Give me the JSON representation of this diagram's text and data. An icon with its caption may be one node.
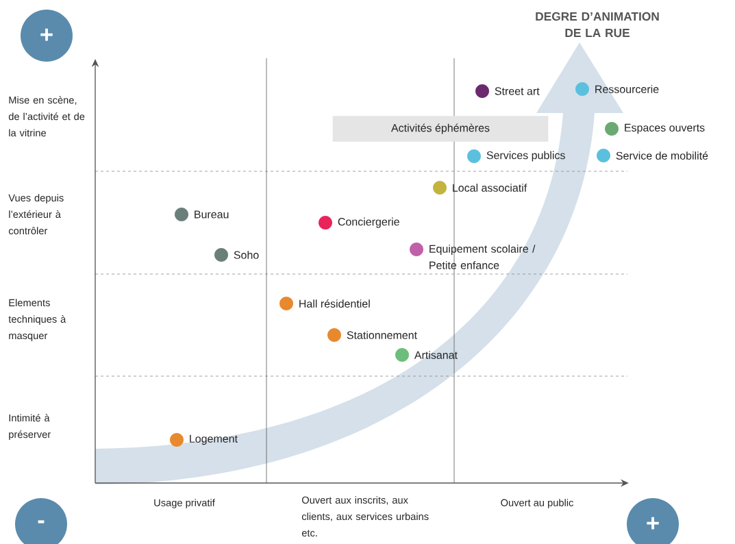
{
  "diagram": {
    "title": "DEGRE D’ANIMATION DE LA RUE",
    "nodes": [
      {
        "text": [
          "+"
        ]
      },
      {
        "text": [
          "-"
        ]
      },
      {
        "text": [
          "+"
        ]
      },
      {
        "text": [
          "Activités éphémères"
        ]
      },
      {
        "text": [
          "Street art"
        ]
      },
      {
        "text": [
          "Ressourcerie"
        ]
      },
      {
        "text": [
          "Espaces ouverts"
        ]
      },
      {
        "text": [
          "Services publics"
        ]
      },
      {
        "text": [
          "Service de mobilité"
        ]
      },
      {
        "text": [
          "Local associatif"
        ]
      },
      {
        "text": [
          "Bureau"
        ]
      },
      {
        "text": [
          "Conciergerie"
        ]
      },
      {
        "text": [
          "Equipement scolaire / Petite enfance"
        ]
      },
      {
        "text": [
          "Soho"
        ]
      },
      {
        "text": [
          "Hall résidentiel"
        ]
      },
      {
        "text": [
          "Stationnement"
        ]
      },
      {
        "text": [
          "Artisanat"
        ]
      },
      {
        "text": [
          "Logement"
        ]
      }
    ],
    "labels": [
      "Mise en scène, de l’activité et de la vitrine",
      "Vues depuis l’extérieur à contrôler",
      "Elements techniques à masquer",
      "Intimité à préserver",
      "Usage privatif",
      "Ouvert aux inscrits, aux clients, aux services urbains etc.",
      "Ouvert au public"
    ]
  }
}
